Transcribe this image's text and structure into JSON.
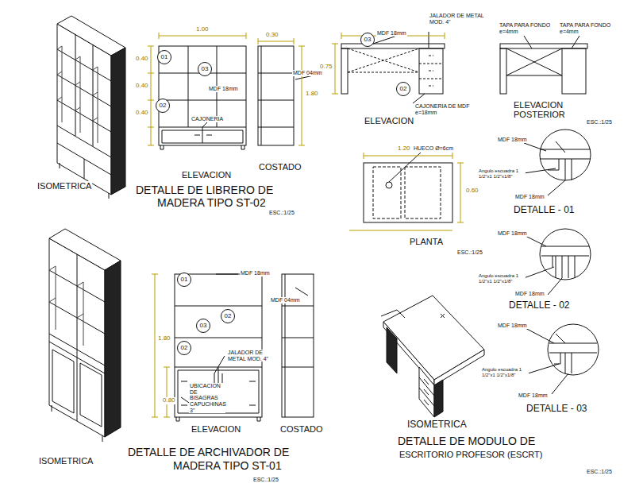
{
  "diagram": {
    "nodes": [
      {
        "text": [
          "01"
        ]
      },
      {
        "text": [
          "03"
        ]
      },
      {
        "text": [
          "02"
        ]
      },
      {
        "text": [
          "03"
        ]
      },
      {
        "text": [
          "02"
        ]
      },
      {
        "text": [
          "01"
        ]
      },
      {
        "text": [
          "03"
        ]
      },
      {
        "text": [
          "02"
        ]
      },
      {
        "text": [
          "02"
        ]
      }
    ],
    "labels": [
      "ISOMETRICA",
      "ELEVACION",
      "COSTADO",
      "DETALLE DE LIBRERO DE",
      "MADERA TIPO ST-02",
      "ESC.:1/25",
      "1.00",
      "0.30",
      "0.40",
      "0.40",
      "0.40",
      "1.80",
      "MDF 04mm",
      "MDF 18mm",
      "CAJONERIA",
      "JALADOR DE METAL MOD. 4\"",
      "MDF 18mm",
      "CAJONERIA DE MDF e=18mm",
      "ELEVACION",
      "TAPA PARA FONDO e=4mm",
      "TAPA PARA FONDO e=4mm",
      "ELEVACION POSTERIOR",
      "ESC.:1/25",
      "0.75",
      "HUECO Ø=6cm",
      "1.20",
      "0.60",
      "PLANTA",
      "ESC.:1/25",
      "MDF 18mm",
      "Angulo escuadra 1 1/2\"x1 1/2\"x1/8\"",
      "MDF 18mm",
      "DETALLE - 01",
      "MDF 18mm",
      "Angulo escuadra 1 1/2\"x1 1/2\"x1/8\"",
      "MDF 18mm",
      "DETALLE - 02",
      "MDF 18mm",
      "Angulo escuadra 1 1/2\"x1 1/2\"x1/8\"",
      "MDF 18mm",
      "DETALLE - 03",
      "ISOMETRICA",
      "DETALLE DE MODULO DE",
      "ESCRITORIO PROFESOR (ESCRT)",
      "ESC.:1/25",
      "ISOMETRICA",
      "ELEVACION",
      "COSTADO",
      "DETALLE DE ARCHIVADOR DE",
      "MADERA TIPO ST-01",
      "ESC.:1/25",
      "MDF 18mm",
      "MDF 04mm",
      "JALADOR DE METAL MOD. 4\"",
      "UBICACION DE BISAGRAS CAPUCHINAS 3\"",
      "1.80",
      "0.80"
    ]
  }
}
